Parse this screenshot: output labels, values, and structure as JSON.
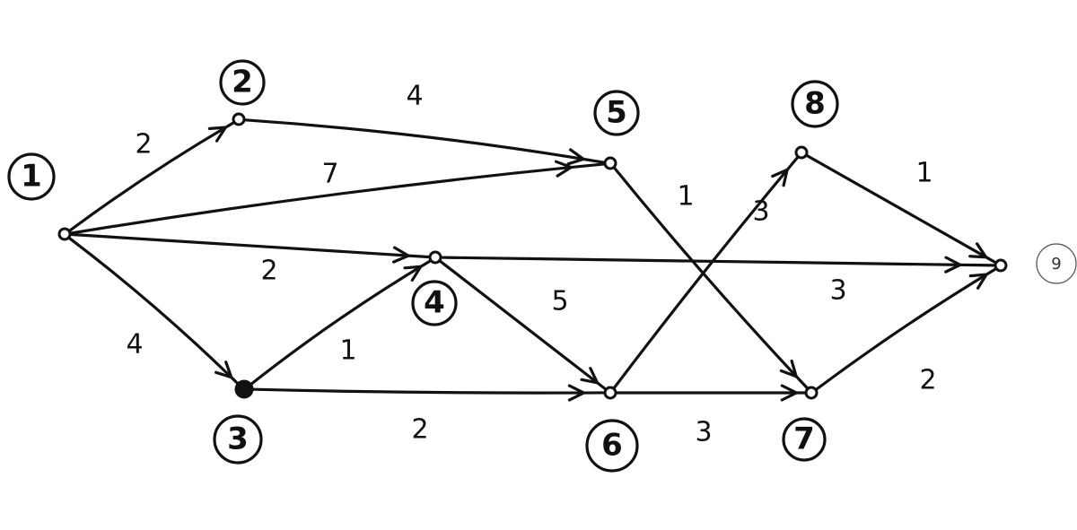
{
  "nodes": [
    {
      "id": "1",
      "label": "1",
      "filled": false,
      "thin": false
    },
    {
      "id": "2",
      "label": "2",
      "filled": false,
      "thin": false
    },
    {
      "id": "3",
      "label": "3",
      "filled": true,
      "thin": false
    },
    {
      "id": "4",
      "label": "4",
      "filled": false,
      "thin": false
    },
    {
      "id": "5",
      "label": "5",
      "filled": false,
      "thin": false
    },
    {
      "id": "6",
      "label": "6",
      "filled": false,
      "thin": false
    },
    {
      "id": "7",
      "label": "7",
      "filled": false,
      "thin": false
    },
    {
      "id": "8",
      "label": "8",
      "filled": false,
      "thin": false
    },
    {
      "id": "9",
      "label": "9",
      "filled": false,
      "thin": true
    }
  ],
  "edges": [
    {
      "from": "1",
      "to": "2",
      "weight": "2"
    },
    {
      "from": "1",
      "to": "5",
      "weight": "7"
    },
    {
      "from": "1",
      "to": "4",
      "weight": "2"
    },
    {
      "from": "1",
      "to": "3",
      "weight": "4"
    },
    {
      "from": "2",
      "to": "5",
      "weight": "4"
    },
    {
      "from": "3",
      "to": "4",
      "weight": "1"
    },
    {
      "from": "3",
      "to": "6",
      "weight": "2"
    },
    {
      "from": "4",
      "to": "9",
      "weight": "3"
    },
    {
      "from": "4",
      "to": "6",
      "weight": "5"
    },
    {
      "from": "5",
      "to": "7",
      "weight": "1"
    },
    {
      "from": "6",
      "to": "8",
      "weight": "3"
    },
    {
      "from": "6",
      "to": "7",
      "weight": "3"
    },
    {
      "from": "8",
      "to": "9",
      "weight": "1"
    },
    {
      "from": "7",
      "to": "9",
      "weight": "2"
    }
  ]
}
